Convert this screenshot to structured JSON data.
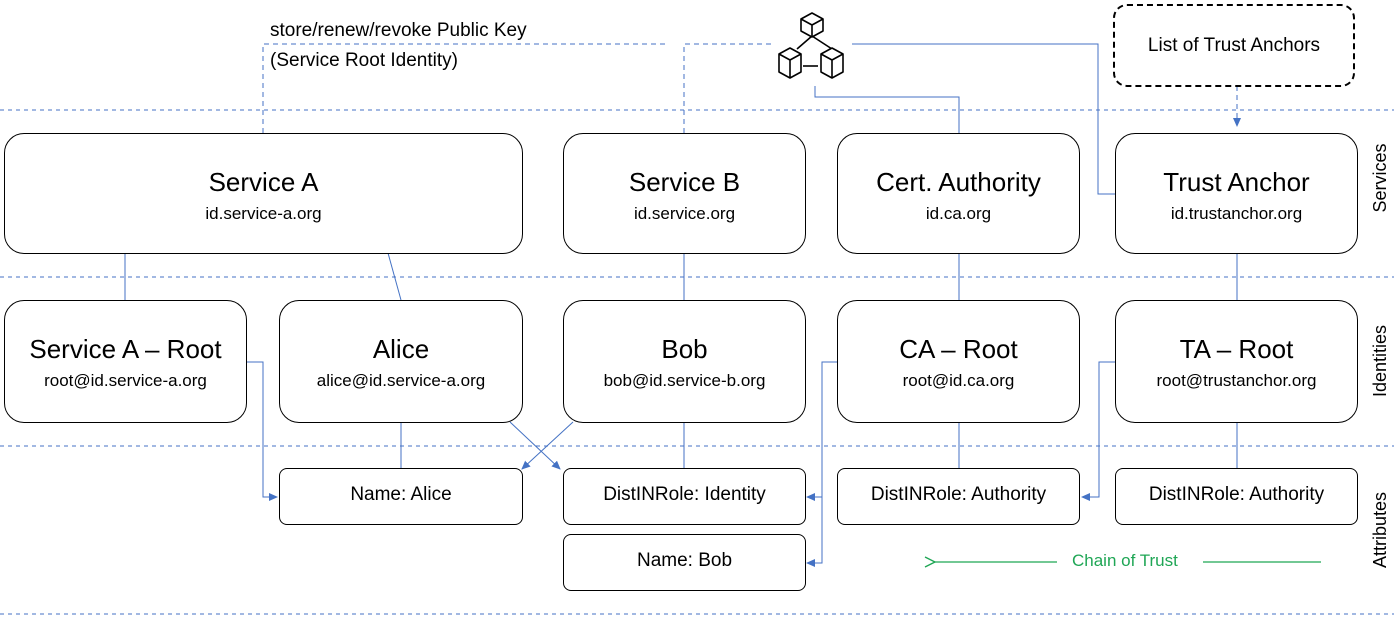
{
  "colors": {
    "connector": "#4472c4",
    "divider": "#4472c4",
    "chain_of_trust": "#1fa655",
    "box_border": "#000000"
  },
  "icons": {
    "ledger": "blockchain-cubes-icon"
  },
  "annotations": {
    "store_key_line1": "store/renew/revoke Public Key",
    "store_key_line2": "(Service Root Identity)"
  },
  "trust_list": {
    "label": "List of Trust Anchors"
  },
  "layers": [
    "Services",
    "Identities",
    "Attributes"
  ],
  "services": [
    {
      "title": "Service A",
      "id": "id.service-a.org"
    },
    {
      "title": "Service B",
      "id": "id.service.org"
    },
    {
      "title": "Cert. Authority",
      "id": "id.ca.org"
    },
    {
      "title": "Trust Anchor",
      "id": "id.trustanchor.org"
    }
  ],
  "identities": [
    {
      "title": "Service A – Root",
      "id": "root@id.service-a.org"
    },
    {
      "title": "Alice",
      "id": "alice@id.service-a.org"
    },
    {
      "title": "Bob",
      "id": "bob@id.service-b.org"
    },
    {
      "title": "CA – Root",
      "id": "root@id.ca.org"
    },
    {
      "title": "TA – Root",
      "id": "root@trustanchor.org"
    }
  ],
  "attributes": [
    {
      "label": "Name: Alice"
    },
    {
      "label": "DistINRole: Identity"
    },
    {
      "label": "Name: Bob"
    },
    {
      "label": "DistINRole: Authority"
    },
    {
      "label": "DistINRole: Authority"
    }
  ],
  "chain_of_trust": {
    "label": "Chain of Trust"
  }
}
